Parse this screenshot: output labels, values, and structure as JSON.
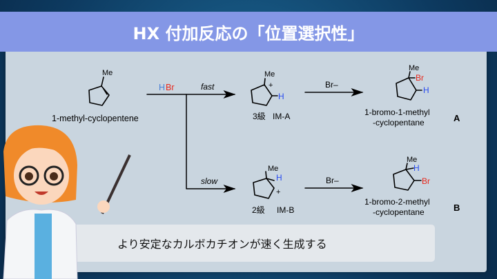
{
  "title": "HX 付加反応の「位置選択性」",
  "scheme": {
    "reactant": {
      "substituent": "Me",
      "name": "1-methyl-cyclopentene"
    },
    "reagent": {
      "h": "H",
      "br": "Br"
    },
    "fast_label": "fast",
    "slow_label": "slow",
    "im_a": {
      "substituent": "Me",
      "charge": "+",
      "h": "H",
      "grade": "3級",
      "label": "IM-A"
    },
    "im_b": {
      "substituent": "Me",
      "charge": "+",
      "h": "H",
      "grade": "2級",
      "label": "IM-B"
    },
    "nucleophile_a": "Br–",
    "nucleophile_b": "Br–",
    "product_a": {
      "substituent": "Me",
      "br": "Br",
      "h": "H",
      "name_line1": "1-bromo-1-methyl",
      "name_line2": "-cyclopentane",
      "letter": "A"
    },
    "product_b": {
      "substituent": "Me",
      "br": "Br",
      "h": "H",
      "name_line1": "1-bromo-2-methyl",
      "name_line2": "-cyclopentane",
      "letter": "B"
    }
  },
  "note": "より安定なカルボカチオンが速く生成する",
  "colors": {
    "banner": "#8497e6",
    "panel": "#c9d5df",
    "h_blue": "#2a4cf0",
    "br_red": "#e8281c",
    "reagent_h": "#4a7fd6"
  }
}
